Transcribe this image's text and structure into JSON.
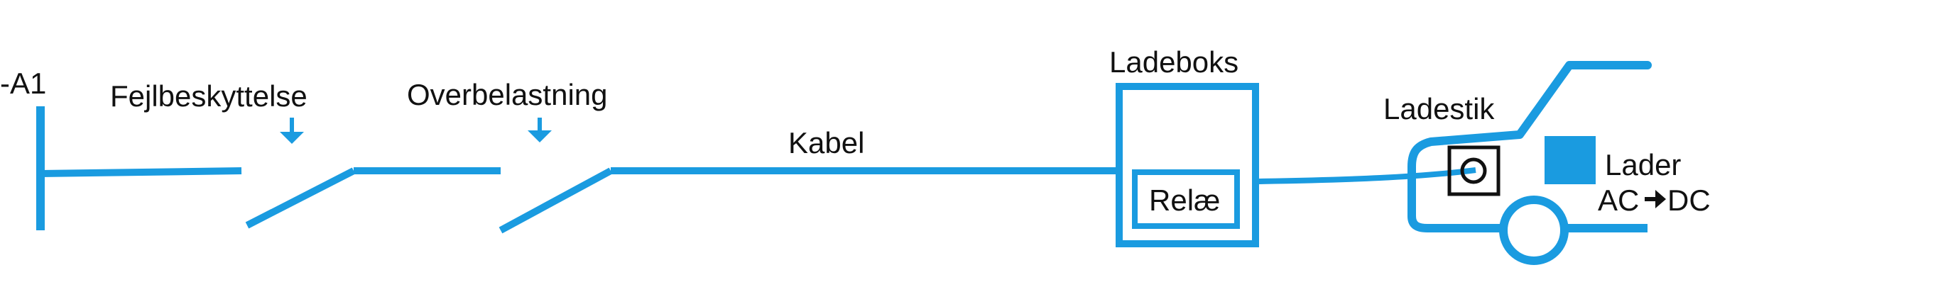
{
  "diagram": {
    "line_color": "#1a9be0",
    "text_color": "#111111",
    "labels": {
      "source": "-A1",
      "fault_protection": "Fejlbeskyttelse",
      "overload": "Overbelastning",
      "cable": "Kabel",
      "charge_box": "Ladeboks",
      "relay": "Relæ",
      "plug": "Ladestik",
      "charger_line1": "Lader",
      "charger_line2_left": "AC",
      "charger_line2_right": "DC"
    },
    "icons": {
      "arrow_fault": "down-arrow-icon",
      "arrow_overload": "down-arrow-icon",
      "conversion_arrow": "right-arrow-icon",
      "socket": "socket-icon",
      "charger": "charger-square-icon",
      "car": "car-outline-icon",
      "wheel": "wheel-icon"
    }
  }
}
